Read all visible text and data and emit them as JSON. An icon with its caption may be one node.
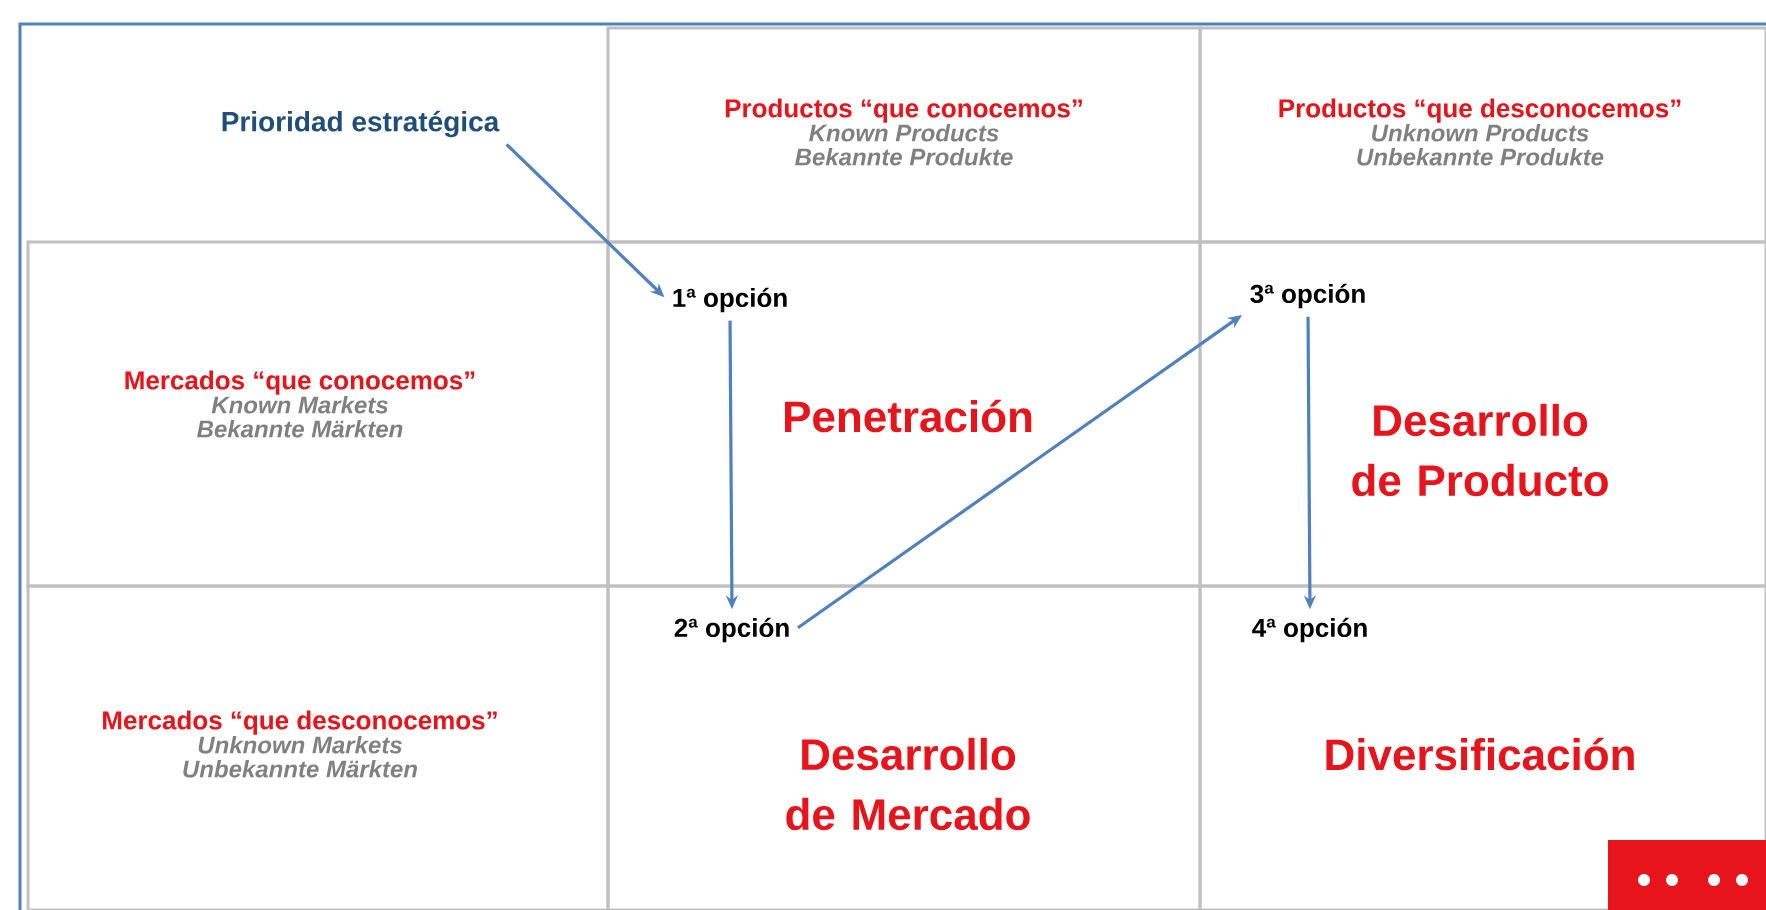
{
  "diagram": {
    "nodes": [
      {
        "text": [
          "Prioridad estratégica"
        ]
      },
      {
        "text": [
          "Productos “que conocemos”",
          "Known Products",
          "Bekannte Produkte"
        ]
      },
      {
        "text": [
          "Productos “que desconocemos”",
          "Unknown Products",
          "Unbekannte Produkte"
        ]
      },
      {
        "text": [
          "Mercados “que conocemos”",
          "Known Markets",
          "Bekannte Märkten"
        ]
      },
      {
        "text": [
          "Penetración"
        ]
      },
      {
        "text": [
          "1ª opción"
        ],
        "in": 4
      },
      {
        "text": [
          "Desarrollo de Producto"
        ]
      },
      {
        "text": [
          "3ª opción"
        ],
        "in": 6
      },
      {
        "text": [
          "Mercados “que desconocemos”",
          "Unknown Markets",
          "Unbekannte Märkten"
        ]
      },
      {
        "text": [
          "Desarrollo de Mercado"
        ]
      },
      {
        "text": [
          "2ª opción"
        ],
        "in": 9
      },
      {
        "text": [
          "Diversificación"
        ]
      },
      {
        "text": [
          "4ª opción"
        ],
        "in": 11
      }
    ],
    "edges": [
      {
        "from": 0,
        "to": 5,
        "arrow": "to"
      },
      {
        "from": 5,
        "to": 10,
        "arrow": "to"
      },
      {
        "from": 10,
        "to": 7,
        "arrow": "to"
      },
      {
        "from": 7,
        "to": 12,
        "arrow": "to"
      }
    ]
  }
}
